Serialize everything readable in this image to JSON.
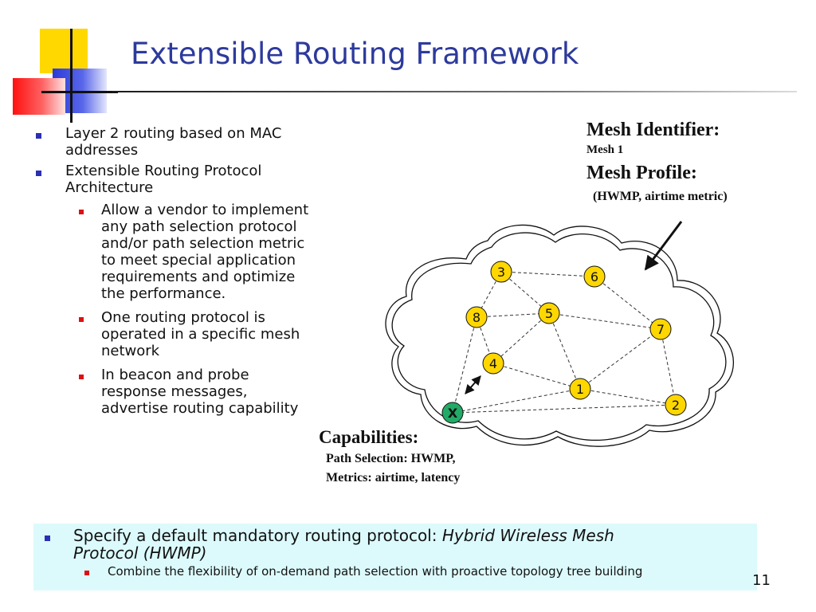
{
  "title": "Extensible Routing Framework",
  "bullets": [
    {
      "text": "Layer 2 routing based on MAC addresses",
      "lines": [
        "Layer 2 routing based on MAC",
        "addresses"
      ]
    },
    {
      "text": "Extensible Routing Protocol Architecture",
      "lines": [
        "Extensible Routing Protocol",
        "Architecture"
      ],
      "sub": [
        {
          "lines": [
            "Allow a vendor to implement",
            "any path selection protocol",
            "and/or path selection metric",
            "to meet special application",
            "requirements and optimize",
            "the performance."
          ]
        },
        {
          "lines": [
            "One routing protocol is",
            "operated in a specific mesh",
            "network"
          ]
        },
        {
          "lines": [
            "In beacon and probe",
            "response messages,",
            "advertise routing capability"
          ]
        }
      ]
    }
  ],
  "mesh_identifier": {
    "label": "Mesh Identifier:",
    "value": "Mesh 1"
  },
  "mesh_profile": {
    "label": "Mesh Profile:",
    "value": "(HWMP, airtime metric)"
  },
  "capabilities": {
    "label": "Capabilities:",
    "line1": "Path Selection: HWMP,",
    "line2": "Metrics: airtime,  latency"
  },
  "diagram": {
    "nodes": [
      {
        "id": "3",
        "label": "3"
      },
      {
        "id": "6",
        "label": "6"
      },
      {
        "id": "8",
        "label": "8"
      },
      {
        "id": "5",
        "label": "5"
      },
      {
        "id": "7",
        "label": "7"
      },
      {
        "id": "4",
        "label": "4"
      },
      {
        "id": "1",
        "label": "1"
      },
      {
        "id": "2",
        "label": "2"
      },
      {
        "id": "X",
        "label": "X"
      }
    ],
    "links": [
      [
        "3",
        "6"
      ],
      [
        "3",
        "8"
      ],
      [
        "3",
        "5"
      ],
      [
        "6",
        "7"
      ],
      [
        "8",
        "5"
      ],
      [
        "8",
        "4"
      ],
      [
        "8",
        "X"
      ],
      [
        "5",
        "1"
      ],
      [
        "5",
        "4"
      ],
      [
        "5",
        "7"
      ],
      [
        "4",
        "1"
      ],
      [
        "1",
        "7"
      ],
      [
        "1",
        "2"
      ],
      [
        "1",
        "X"
      ],
      [
        "2",
        "X"
      ],
      [
        "7",
        "2"
      ]
    ],
    "node_color": "#ffd700",
    "new_node_color": "#22aa66"
  },
  "footer": {
    "main_plain": "Specify a default mandatory routing protocol: ",
    "main_italic_1": "Hybrid Wireless Mesh",
    "main_italic_2": "Protocol (HWMP)",
    "sub": "Combine the flexibility of on-demand path selection with proactive topology tree building"
  },
  "page_number": "11"
}
